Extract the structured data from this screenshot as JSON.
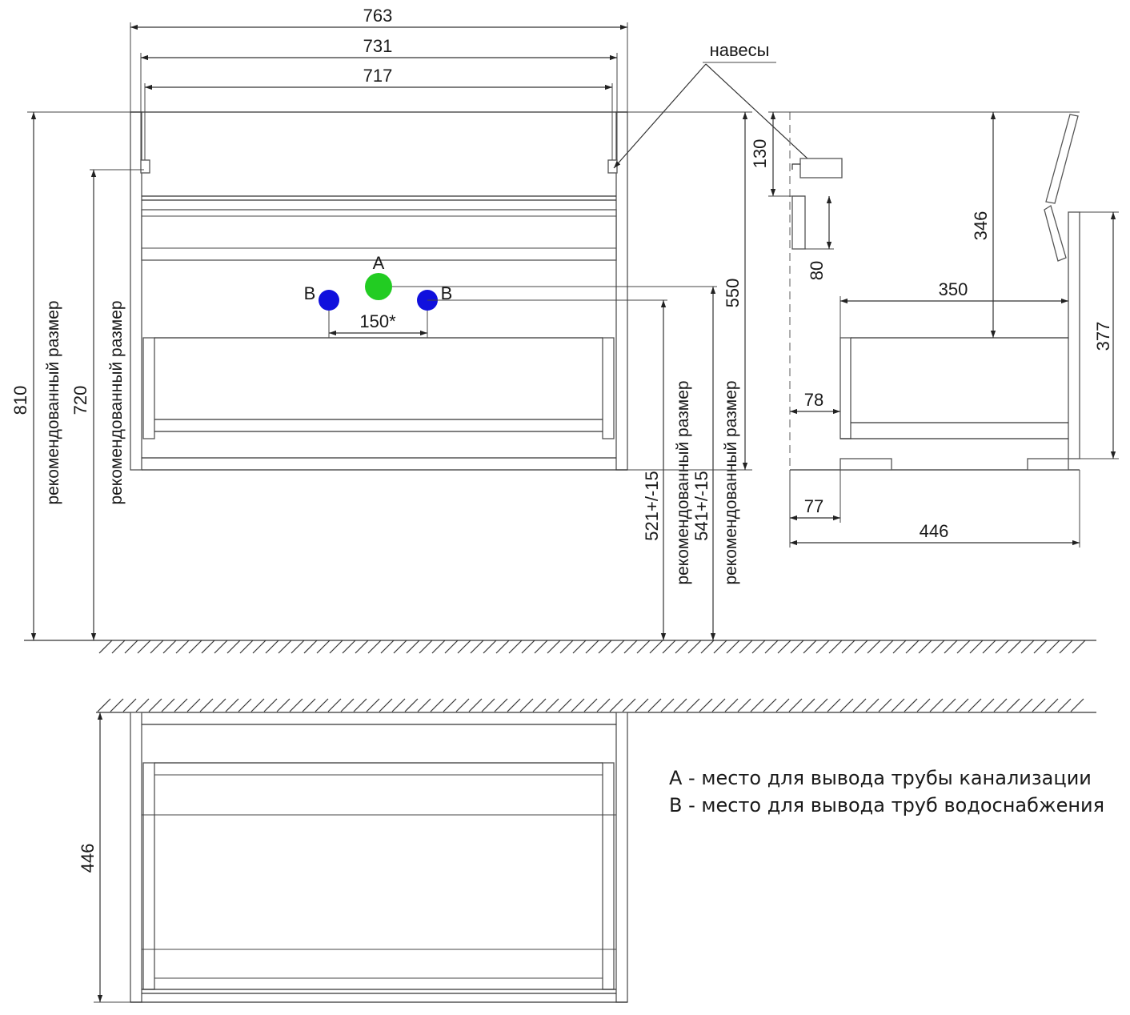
{
  "dimensions": {
    "top_width_outer": "763",
    "top_width_mid": "731",
    "top_width_inner": "717",
    "total_height": "810",
    "hanger_height": "720",
    "pipe_spacing": "150*",
    "pipe_b_height": "521+/-15",
    "pipe_a_height": "541+/-15",
    "top_to_pipe": "550",
    "side_top_offset": "130",
    "side_bracket": "80",
    "side_drawer_offset": "346",
    "side_drawer_depth": "350",
    "side_drawer_height": "377",
    "side_back_gap": "78",
    "side_foot_offset": "77",
    "side_total_depth": "446",
    "plan_depth": "446"
  },
  "labels": {
    "hangers": "навесы",
    "recommended": "рекомендованный размер",
    "point_a": "А",
    "point_b": "В"
  },
  "legend": {
    "line_a": "А - место для вывода трубы канализации",
    "line_b": "В - место для вывода труб водоснабжения"
  },
  "colors": {
    "drain_point": "#22cc22",
    "water_point": "#1010dd",
    "line": "#333333"
  }
}
